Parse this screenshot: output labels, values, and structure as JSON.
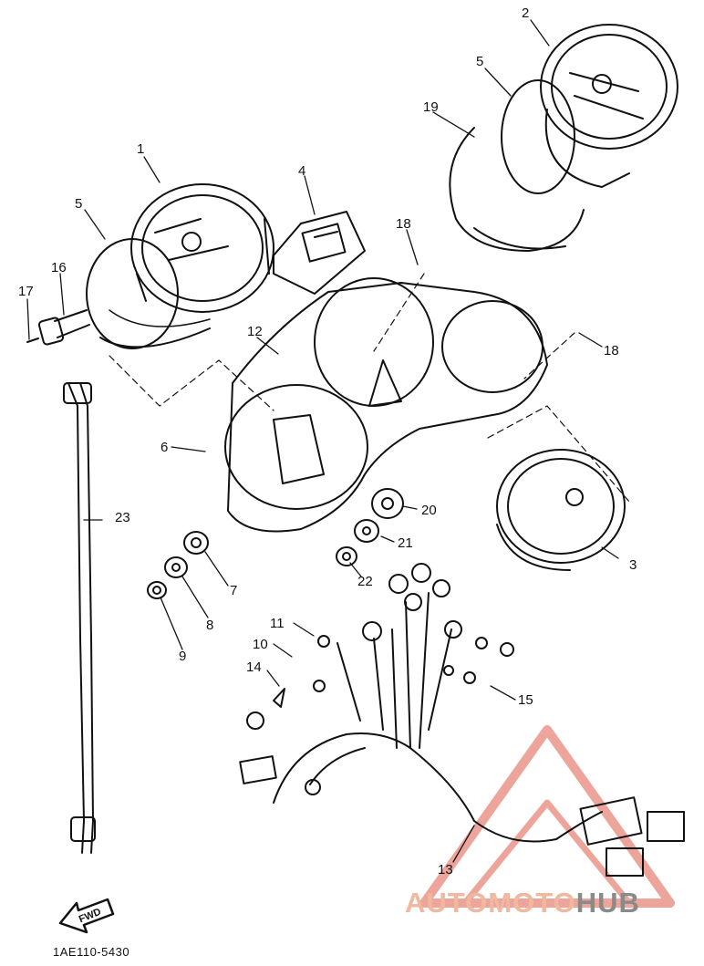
{
  "diagram": {
    "part_code": "1AE110-5430",
    "forward_label": "FWD",
    "callouts": [
      "1",
      "2",
      "3",
      "4",
      "5",
      "5",
      "6",
      "7",
      "8",
      "9",
      "10",
      "11",
      "12",
      "13",
      "14",
      "15",
      "16",
      "17",
      "18",
      "18",
      "19",
      "20",
      "21",
      "22",
      "23"
    ],
    "watermark": {
      "part1": "AUTOMOTO",
      "part2": "HUB",
      "color1": "#f0b89e",
      "color2": "#8a8a8a",
      "logo_color": "#e05a4a"
    }
  }
}
